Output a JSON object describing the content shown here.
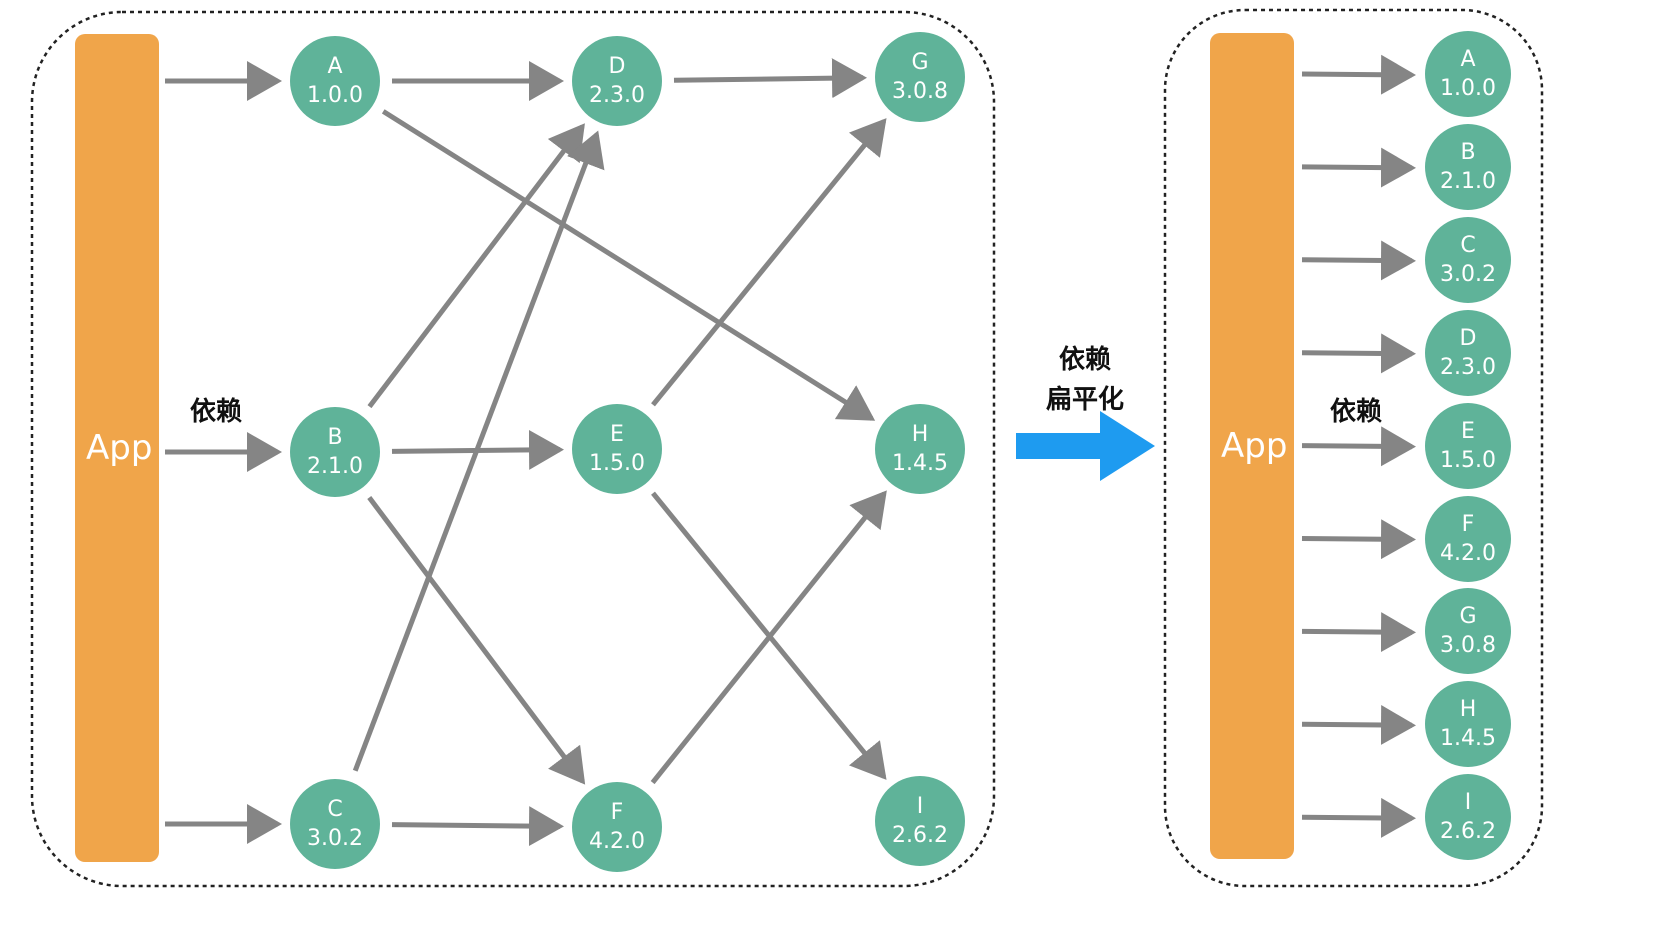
{
  "left_panel": {
    "app_label": "App",
    "caption": "依赖",
    "nodes": {
      "A": {
        "name": "A",
        "version": "1.0.0"
      },
      "B": {
        "name": "B",
        "version": "2.1.0"
      },
      "C": {
        "name": "C",
        "version": "3.0.2"
      },
      "D": {
        "name": "D",
        "version": "2.3.0"
      },
      "E": {
        "name": "E",
        "version": "1.5.0"
      },
      "F": {
        "name": "F",
        "version": "4.2.0"
      },
      "G": {
        "name": "G",
        "version": "3.0.8"
      },
      "H": {
        "name": "H",
        "version": "1.4.5"
      },
      "I": {
        "name": "I",
        "version": "2.6.2"
      }
    },
    "edges": [
      [
        "App",
        "A"
      ],
      [
        "App",
        "B"
      ],
      [
        "App",
        "C"
      ],
      [
        "A",
        "D"
      ],
      [
        "A",
        "H"
      ],
      [
        "B",
        "D"
      ],
      [
        "B",
        "E"
      ],
      [
        "B",
        "F"
      ],
      [
        "C",
        "D"
      ],
      [
        "C",
        "F"
      ],
      [
        "D",
        "G"
      ],
      [
        "E",
        "G"
      ],
      [
        "E",
        "I"
      ],
      [
        "F",
        "H"
      ]
    ]
  },
  "transition": {
    "line1": "依赖",
    "line2": "扁平化",
    "arrow_color": "#1E9BF0"
  },
  "right_panel": {
    "app_label": "App",
    "caption": "依赖",
    "nodes": [
      {
        "name": "A",
        "version": "1.0.0"
      },
      {
        "name": "B",
        "version": "2.1.0"
      },
      {
        "name": "C",
        "version": "3.0.2"
      },
      {
        "name": "D",
        "version": "2.3.0"
      },
      {
        "name": "E",
        "version": "1.5.0"
      },
      {
        "name": "F",
        "version": "4.2.0"
      },
      {
        "name": "G",
        "version": "3.0.8"
      },
      {
        "name": "H",
        "version": "1.4.5"
      },
      {
        "name": "I",
        "version": "2.6.2"
      }
    ]
  },
  "colors": {
    "app_bar": "#F0A54A",
    "node": "#5FB399",
    "arrow": "#858585",
    "border": "#222222"
  }
}
